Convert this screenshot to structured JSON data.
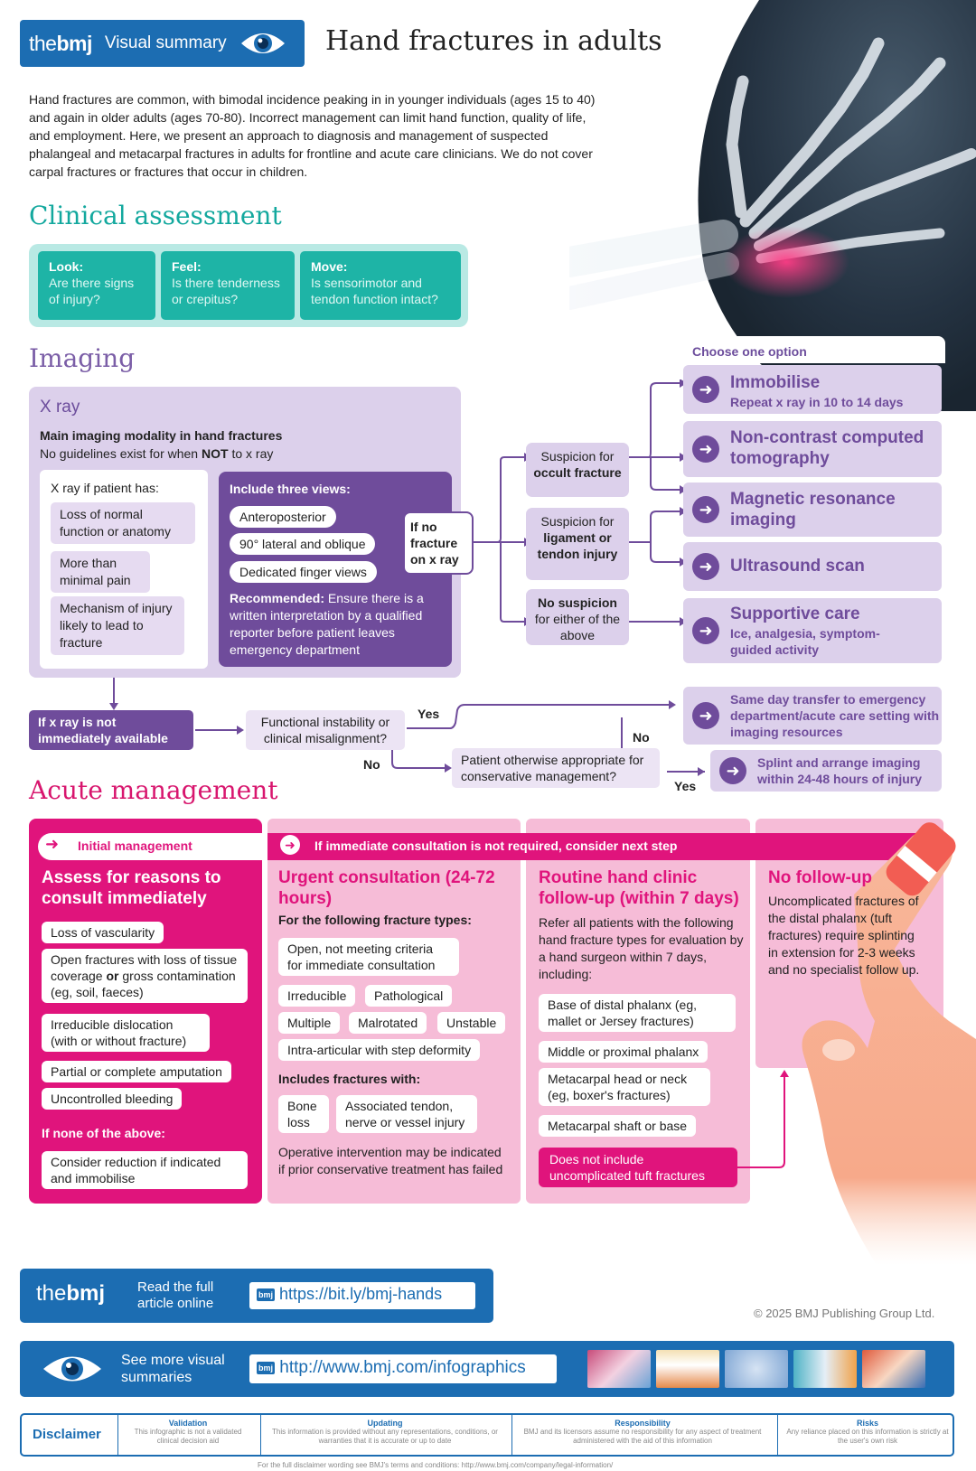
{
  "header": {
    "logo_the": "the",
    "logo_bmj": "bmj",
    "visual_summary": "Visual summary",
    "title": "Hand fractures in adults"
  },
  "intro": "Hand fractures are common, with bimodal incidence peaking in in younger individuals (ages 15 to 40) and again in older adults (ages 70-80). Incorrect management can limit hand function, quality of life, and employment. Here, we present an approach to diagnosis and management of suspected phalangeal and metacarpal fractures in adults for frontline and acute care clinicians. We do not cover carpal fractures or fractures that occur in children.",
  "clinical": {
    "title": "Clinical assessment",
    "cards": [
      {
        "h": "Look:",
        "t": "Are there signs of injury?"
      },
      {
        "h": "Feel:",
        "t": "Is there tenderness or crepitus?"
      },
      {
        "h": "Move:",
        "t": "Is sensorimotor and tendon function intact?"
      }
    ]
  },
  "imaging": {
    "title": "Imaging",
    "xray_label": "X ray",
    "main": "Main imaging modality in hand fractures",
    "sub_pre": "No guidelines exist for when ",
    "sub_bold": "NOT",
    "sub_post": " to x ray",
    "if_title": "X ray if patient has:",
    "if_items": [
      "Loss of normal function or anatomy",
      "More than minimal pain",
      "Mechanism of injury likely to lead to fracture"
    ],
    "views_title": "Include three views:",
    "views": [
      "Anteroposterior",
      "90° lateral and oblique",
      "Dedicated finger views"
    ],
    "rec_bold": "Recommended:",
    "rec_text": " Ensure there is a written interpretation by a qualified reporter before patient leaves emergency department",
    "if_no": "If no fracture on x ray",
    "suspicion": [
      {
        "pre": "Suspicion for",
        "bold": "occult fracture",
        "post": ""
      },
      {
        "pre": "Suspicion for",
        "bold": "ligament or tendon injury",
        "post": ""
      },
      {
        "pre": "",
        "bold": "No suspicion",
        "post": "for either of the above"
      }
    ],
    "choose": "Choose one option",
    "options": [
      {
        "h": "Immobilise",
        "s": "Repeat x ray in 10 to 14 days"
      },
      {
        "h": "Non-contrast computed tomography",
        "s": ""
      },
      {
        "h": "Magnetic resonance imaging",
        "s": ""
      },
      {
        "h": "Ultrasound scan",
        "s": ""
      },
      {
        "h": "Supportive care",
        "s": "Ice, analgesia, symptom-guided activity"
      }
    ]
  },
  "flow": {
    "not_available": "If x ray is not immediately available",
    "instability": "Functional instability or clinical misalignment?",
    "yes": "Yes",
    "no": "No",
    "same_day": "Same day transfer to emergency department/acute care setting with imaging resources",
    "patient": "Patient otherwise appropriate for conservative management?",
    "splint": "Splint and arrange imaging within 24-48 hours of injury"
  },
  "acute": {
    "title": "Acute management",
    "initial": "Initial management",
    "next_step": "If immediate consultation is not required, consider next step",
    "col1": {
      "h": "Assess for reasons to consult immediately",
      "items": [
        "Loss of vascularity",
        "Open fractures with loss of tissue coverage or gross contamination (eg, soil, faeces)",
        "Irreducible dislocation (with or without fracture)",
        "Partial or complete amputation",
        "Uncontrolled bleeding"
      ],
      "none": "If none of the above:",
      "consider": "Consider reduction if indicated and immobilise"
    },
    "col2": {
      "h": "Urgent consultation (24-72 hours)",
      "for": "For the following fracture types:",
      "items": [
        "Open, not meeting criteria for immediate consultation",
        "Irreducible",
        "Pathological",
        "Multiple",
        "Malrotated",
        "Unstable",
        "Intra-articular with step deformity"
      ],
      "includes": "Includes fractures with:",
      "with": [
        "Bone loss",
        "Associated tendon, nerve or vessel injury"
      ],
      "operative": "Operative intervention may be indicated if prior conservative treatment has failed"
    },
    "col3": {
      "h": "Routine hand clinic follow-up (within 7 days)",
      "refer": "Refer all patients with the following hand fracture types for evaluation by a hand surgeon within 7 days, including:",
      "items": [
        "Base of distal phalanx (eg, mallet or Jersey fractures)",
        "Middle or proximal phalanx",
        "Metacarpal head or neck (eg, boxer's fractures)",
        "Metacarpal shaft or base"
      ],
      "tuft": "Does not include uncomplicated tuft fractures"
    },
    "col4": {
      "h": "No follow-up",
      "text": "Uncomplicated fractures of the distal phalanx (tuft fractures) require splinting in extension for 2-3 weeks and no specialist follow up."
    }
  },
  "footer": {
    "read": "Read the full article online",
    "link1": "https://bit.ly/bmj-hands",
    "copyright": "© 2025 BMJ Publishing Group Ltd.",
    "see": "See more visual summaries",
    "link2": "http://www.bmj.com/infographics",
    "bmj_badge": "bmj",
    "disclaimer": "Disclaimer",
    "disc_cols": [
      {
        "h": "Validation",
        "t": "This infographic is not a validated clinical decision aid"
      },
      {
        "h": "Updating",
        "t": "This information is provided without any representations, conditions, or warranties that it is accurate or up to date"
      },
      {
        "h": "Responsibility",
        "t": "BMJ and its licensors assume no responsibility for any aspect of treatment administered with the aid of this information"
      },
      {
        "h": "Risks",
        "t": "Any reliance placed on this information is strictly at the user's own risk"
      }
    ],
    "disc_note": "For the full disclaimer wording see BMJ's terms and conditions: http://www.bmj.com/company/legal-information/"
  },
  "colors": {
    "bmj_blue": "#1c6db2",
    "teal": "#1eb4a6",
    "purple": "#6f4c9b",
    "magenta": "#e0147c",
    "pink": "#f6bcd7"
  }
}
